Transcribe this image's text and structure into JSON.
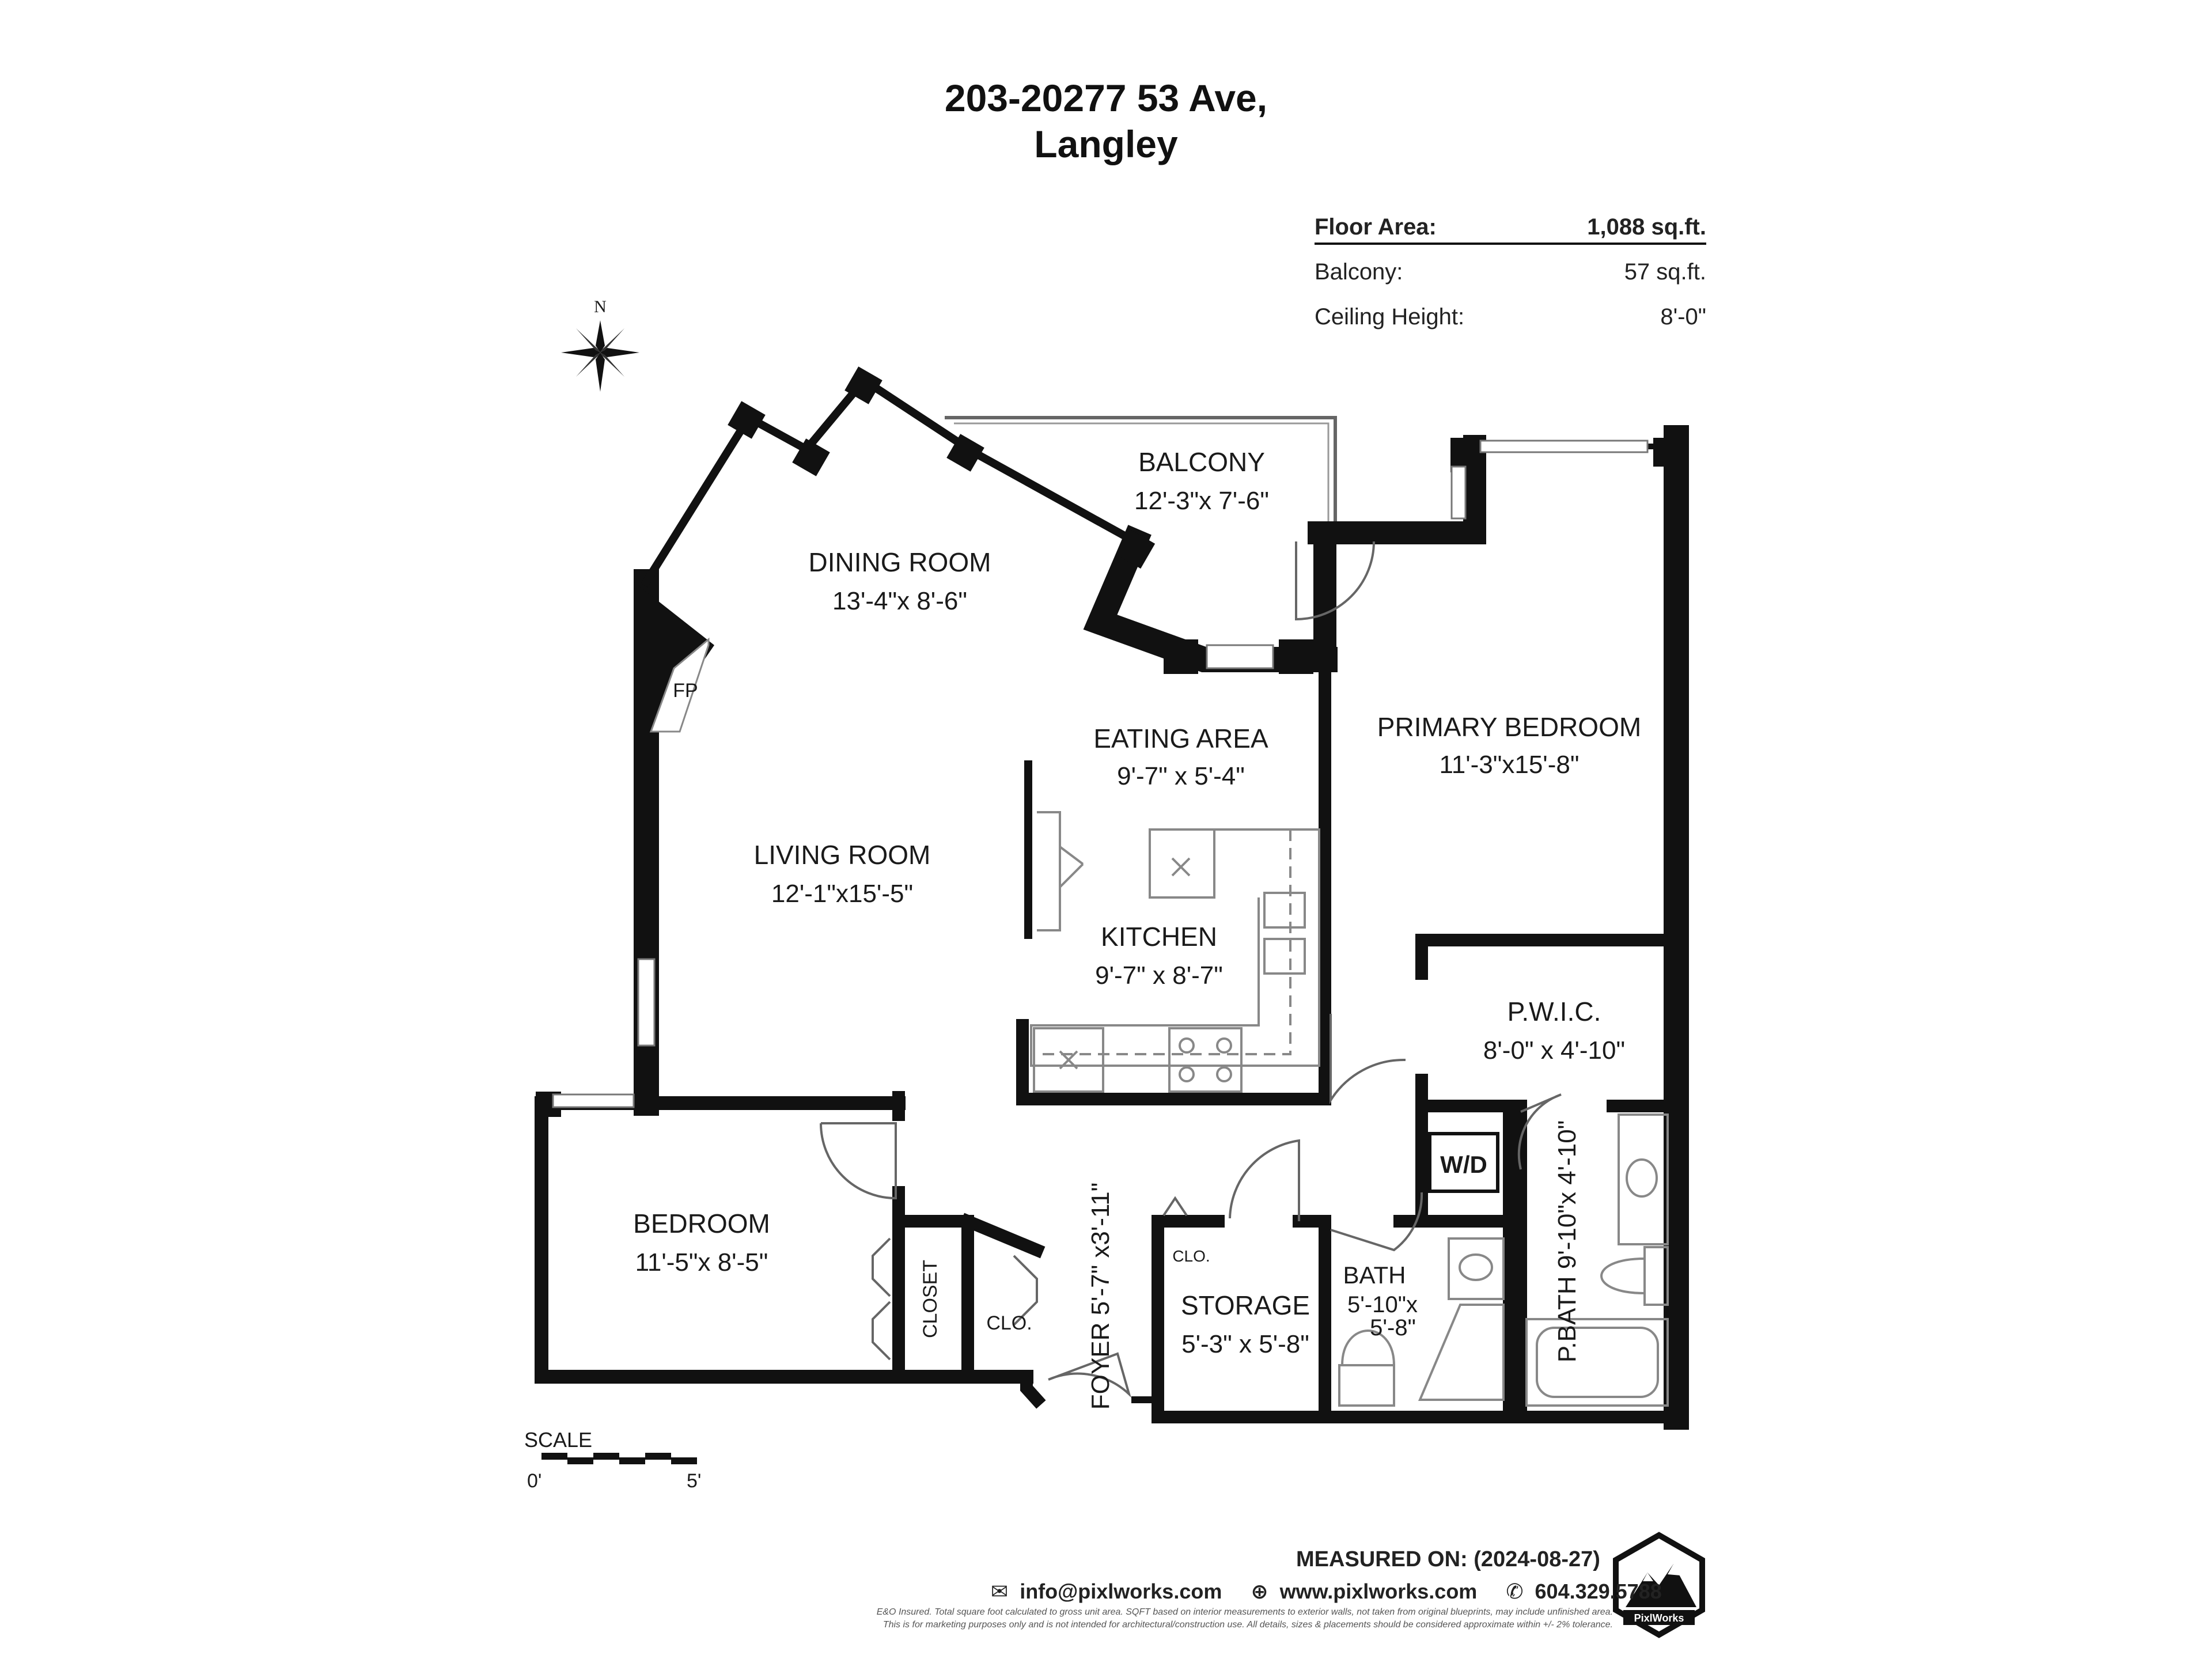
{
  "title_line1": "203-20277 53 Ave,",
  "title_line2": "Langley",
  "areas": {
    "floor_area_label": "Floor Area:",
    "floor_area_value": "1,088 sq.ft.",
    "balcony_label": "Balcony:",
    "balcony_value": "57 sq.ft.",
    "ceiling_label": "Ceiling Height:",
    "ceiling_value": "8'-0\""
  },
  "compass": "N",
  "rooms": {
    "balcony": {
      "name": "BALCONY",
      "dim": "12'-3\"x 7'-6\""
    },
    "dining": {
      "name": "DINING ROOM",
      "dim": "13'-4\"x 8'-6\""
    },
    "eating": {
      "name": "EATING AREA",
      "dim": "9'-7\" x 5'-4\""
    },
    "primary": {
      "name": "PRIMARY BEDROOM",
      "dim": "11'-3\"x15'-8\""
    },
    "living": {
      "name": "LIVING ROOM",
      "dim": "12'-1\"x15'-5\""
    },
    "kitchen": {
      "name": "KITCHEN",
      "dim": "9'-7\" x 8'-7\""
    },
    "pwic": {
      "name": "P.W.I.C.",
      "dim": "8'-0\" x 4'-10\""
    },
    "bedroom": {
      "name": "BEDROOM",
      "dim": "11'-5\"x 8'-5\""
    },
    "closet": "CLOSET",
    "clo1": "CLO.",
    "clo2": "CLO.",
    "foyer": "FOYER 5'-7\" x3'-11\"",
    "storage": {
      "name": "STORAGE",
      "dim": "5'-3\" x 5'-8\""
    },
    "bath": {
      "name": "BATH",
      "dim1": "5'-10\"x",
      "dim2": "5'-8\""
    },
    "pbath": "P.BATH 9'-10\"x 4'-10\"",
    "wd": "W/D",
    "fp": "FP"
  },
  "scale": {
    "label": "SCALE",
    "start": "0'",
    "end": "5'"
  },
  "footer": {
    "measured": "MEASURED ON: (2024-08-27)",
    "email": "info@pixlworks.com",
    "web": "www.pixlworks.com",
    "phone": "604.329.5788",
    "fine1": "E&O Insured. Total square foot calculated to gross unit area. SQFT based on interior measurements to exterior walls, not taken from original blueprints, may include unfinished area.",
    "fine2": "This is for marketing purposes only and is not intended for architectural/construction use. All details, sizes & placements should be considered approximate within +/- 2% tolerance.",
    "logo_text": "PixlWorks"
  },
  "colors": {
    "wall": "#111111",
    "line": "#888888",
    "text": "#1a1a1a"
  }
}
